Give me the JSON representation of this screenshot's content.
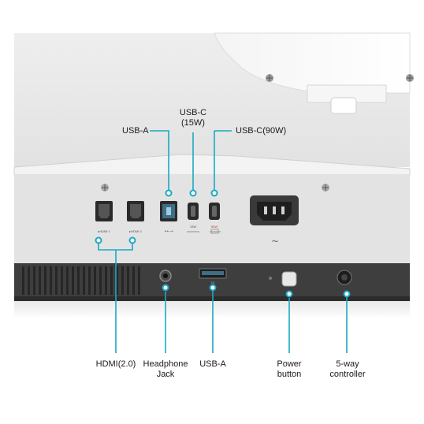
{
  "labels": {
    "usb_c_15w": "USB-C\n(15W)",
    "usb_a_top": "USB-A",
    "usb_c_90w": "USB-C(90W)",
    "hdmi": "HDMI(2.0)",
    "headphone": "Headphone\nJack",
    "usb_a_bottom": "USB-A",
    "power": "Power\nbutton",
    "controller": "5-way\ncontroller"
  },
  "port_marks": {
    "hdmi1": "▸HDMI·1",
    "hdmi2": "▸HDMI·2",
    "usb_a_symbol": "•←→",
    "usbc15": "15W",
    "usbc90": "90W",
    "ac_symbol": "~"
  },
  "colors": {
    "accent": "#1aa9c4",
    "chassis_light": "#ececec",
    "chassis_mid": "#d9d9d9",
    "strip_dark": "#3e3e3e",
    "port_dark": "#2a2a2a"
  }
}
